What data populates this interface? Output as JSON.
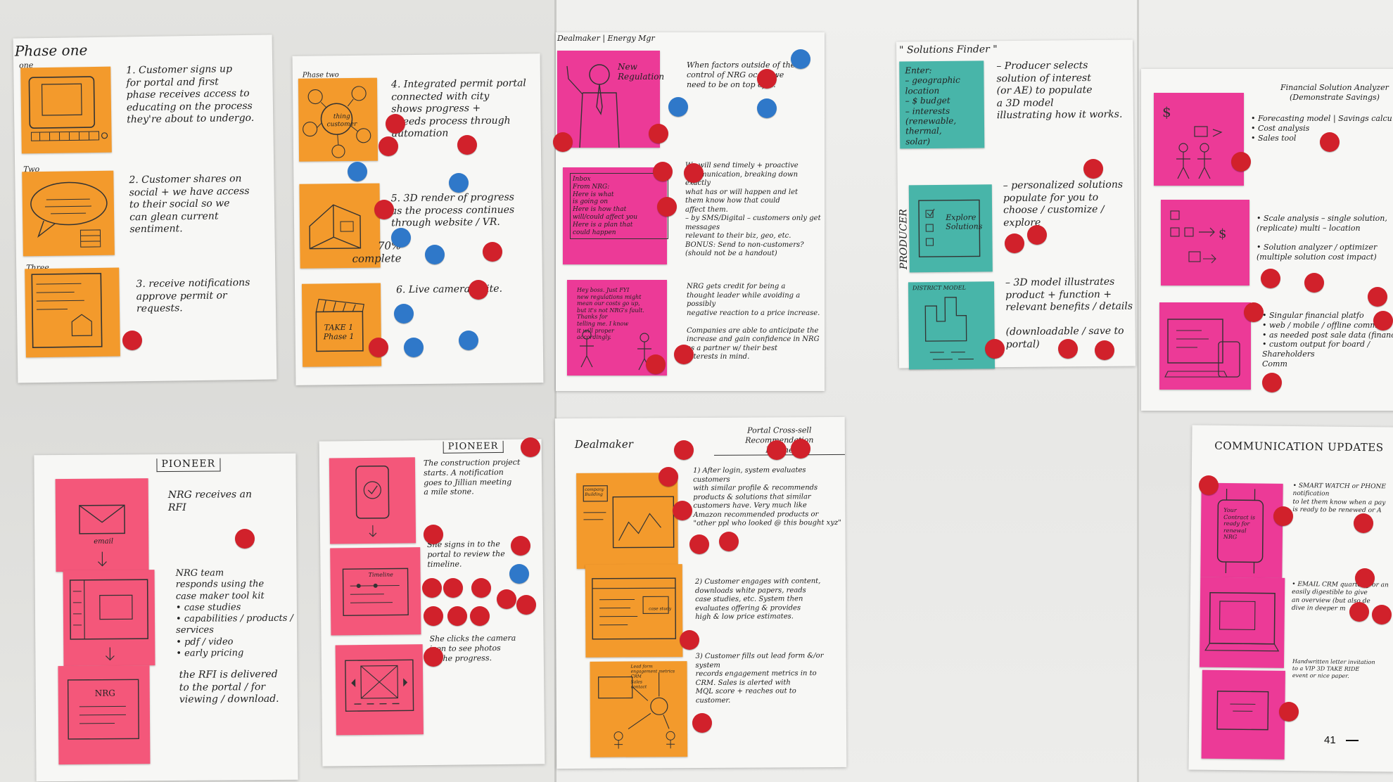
{
  "colors": {
    "orange": "#f39a2c",
    "pink": "#ec3a97",
    "coral": "#f4577a",
    "teal": "#48b5a9",
    "red_dot": "#d1212b",
    "blue_dot": "#2f78c9"
  },
  "board1": {
    "title": "Phase one",
    "label_one": "one",
    "label_two": "Two",
    "label_three": "Three",
    "step1": "1. Customer signs up\nfor portal and first\nphase receives access to\neducating on the process\nthey're about to undergo.",
    "step2": "2. Customer shares on\nsocial + we have access\nto their social so we\ncan glean current\nsentiment.",
    "step3": "3. receive notifications\napprove permit or\nrequests."
  },
  "board2": {
    "title": "Phase two",
    "step4": "4. Integrated permit portal\nconnected with city\nshows progress +\nspeeds process through\nautomation",
    "step5": "5. 3D render of progress\nas the process continues\nthrough website / VR.",
    "step6": "6. Live camera – site.",
    "progress_text": "70%\ncomplete",
    "bubble_text": "thing\ncustomer",
    "clapper_text": "TAKE 1\nPhase 1"
  },
  "board3": {
    "title": "Dealmaker | Energy Mgr",
    "note1_label": "New\nRegulation",
    "note2_label": "Inbox\nFrom NRG:\nHere is what\nis going on\nHere is how that\nwill/could affect you\nHere is a plan that\ncould happen",
    "note3_label": "Hey boss. Just FYI\nnew regulations might\nmean our costs go up,\nbut it's not NRG's fault.\nThanks for\ntelling me. I know\nit will proper\naccordingly.",
    "text1": "When factors outside of the\ncontrol of NRG occur we\nneed to be on top of it.",
    "text2": "We will send timely + proactive\ncommunication, breaking down exactly\nwhat has or will happen and let\nthem know how that could\naffect them.\n  – by SMS/Digital – customers only get messages\n    relevant to their biz, geo, etc.\nBONUS: Send to non-customers?\n        (should not be a handout)",
    "text3": "NRG gets credit for being a\nthought leader while avoiding a possibly\nnegative reaction to a price increase.\n\nCompanies are able to anticipate the\nincrease and gain confidence in NRG\nas a partner w/ their best\ninterests in mind."
  },
  "board4": {
    "title": "\" Solutions Finder \"",
    "side_label": "PRODUCER",
    "note1_label": "Enter:\n– geographic\n  location\n– $ budget\n– interests\n  (renewable,\n   thermal,\n   solar)",
    "note2_label": "Explore\nSolutions",
    "note3_label": "DISTRICT MODEL",
    "text1": "– Producer selects\nsolution of interest\n(or AE) to populate\na 3D model\nillustrating how it works.",
    "text2": "– personalized solutions\npopulate for you to\nchoose / customize / explore",
    "text3": "– 3D model illustrates\nproduct + function +\nrelevant benefits / details\n\n  (downloadable / save to portal)"
  },
  "board5": {
    "title": "Financial Solution Analyzer\n(Demonstrate Savings)",
    "text1": "• Forecasting model | Savings calcu\n• Cost analysis\n• Sales tool",
    "text2": "• Scale analysis – single solution,\n  (replicate)        multi – location\n\n• Solution analyzer / optimizer\n  (multiple solution cost impact)",
    "text3": "• Singular financial platfo\n• web / mobile / offline comms.\n• as needed post sale data (financ\n• custom output for board /\n  Shareholders\n  Comm"
  },
  "board6": {
    "title": "PIONEER",
    "note1_label": "email",
    "note3_label": "NRG",
    "text1": "NRG receives an\nRFI",
    "text2": "NRG team\nresponds using the\ncase maker tool kit\n• case studies\n• capabilities / products / services\n• pdf / video\n• early pricing",
    "text3": "the RFI is delivered\nto the portal / for\nviewing / download."
  },
  "board7": {
    "title": "PIONEER",
    "note2_label": "Timeline",
    "text1": "The construction project\nstarts. A notification\ngoes to Jillian meeting\na mile stone.",
    "text2": "She signs in to the\nportal to review the\ntimeline.",
    "text3": "She clicks the camera\nicon to see photos\nof the progress."
  },
  "board8": {
    "title": "Dealmaker",
    "subtitle": "Portal Cross-sell Recommendation\nEngine",
    "note1_label": "company\nBuilding",
    "note2_label": "case study",
    "note3_label": "Lead form\nengagement metrics\nCRM\nSales\ncontact",
    "text1": "1) After login, system evaluates customers\nwith similar profile & recommends\nproducts & solutions that similar\ncustomers have. Very much like\nAmazon recommended products or\n\"other ppl who looked @ this bought xyz\"",
    "text2": "2) Customer engages with content,\ndownloads white papers, reads\ncase studies, etc. System then\nevaluates offering & provides\nhigh & low price estimates.",
    "text3": "3) Customer fills out lead form &/or system\nrecords engagement metrics in to\nCRM. Sales is alerted with\nMQL score + reaches out to\ncustomer."
  },
  "board9": {
    "title": "COMMUNICATION UPDATES",
    "note1_label": "Your\nContract is\nready for\nrenewal\nNRG",
    "text1": "• SMART WATCH or PHONE notification\n  to let them know when a pay\n  is ready to be renewed or A",
    "text2": "• EMAIL CRM quarterly or an\n  easily digestible to give\n  an overview (but also de\n  dive in deeper m",
    "text3": "Handwritten letter invitation\nto a VIP 3D TAKE RIDE\nevent or nice paper."
  },
  "page_number": "41"
}
